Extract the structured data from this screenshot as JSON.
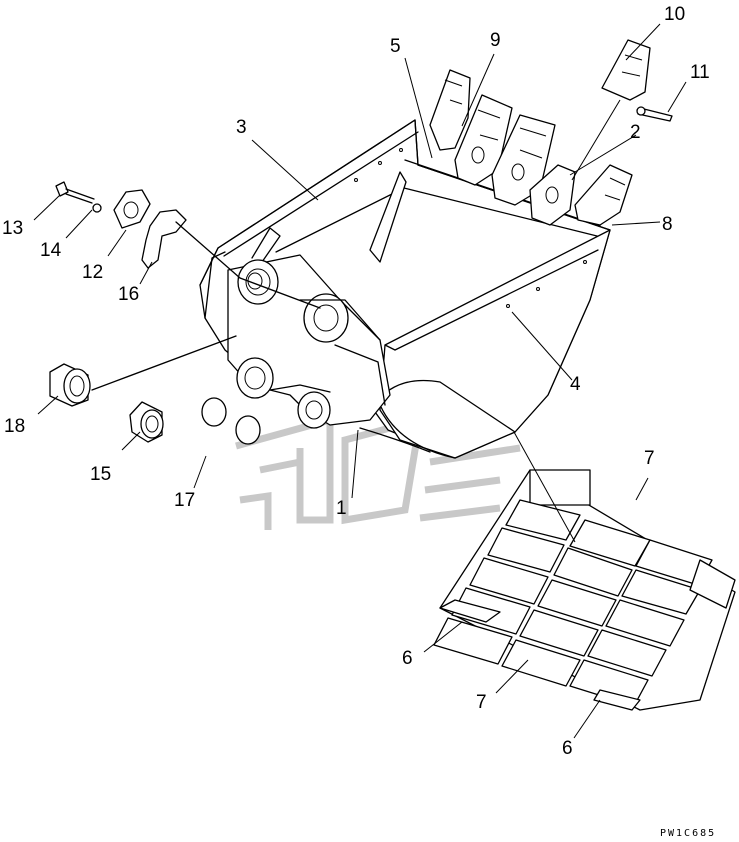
{
  "diagram": {
    "callouts": {
      "c1": "1",
      "c2": "2",
      "c3": "3",
      "c4": "4",
      "c5": "5",
      "c6a": "6",
      "c6b": "6",
      "c7a": "7",
      "c7b": "7",
      "c8": "8",
      "c9": "9",
      "c10": "10",
      "c11": "11",
      "c12": "12",
      "c13": "13",
      "c14": "14",
      "c15": "15",
      "c16": "16",
      "c17": "17",
      "c18": "18"
    },
    "drawing_code": "PW1C685",
    "line_color": "#000000",
    "watermark_color": "#c8c8c8",
    "background": "#ffffff"
  }
}
